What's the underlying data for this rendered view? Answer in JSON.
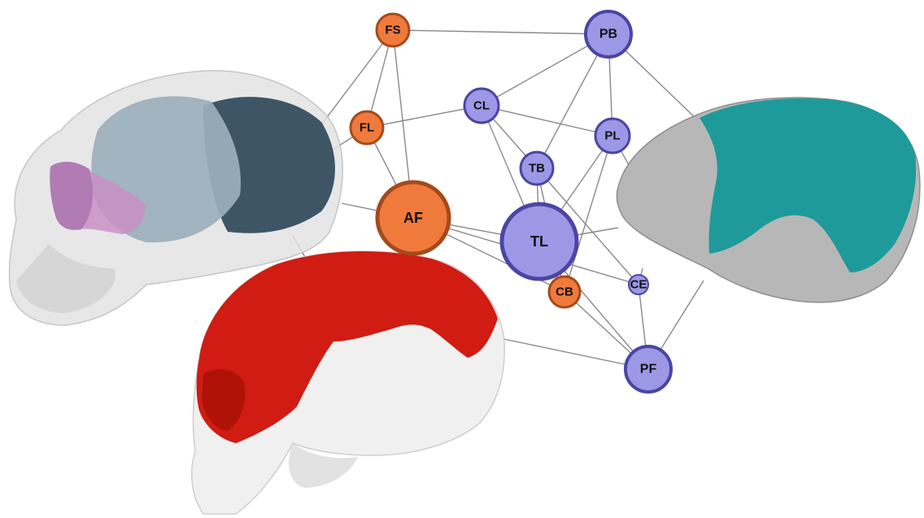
{
  "colors": {
    "orange_fill": "#ef7a3c",
    "orange_stroke": "#a44a1c",
    "purple_fill": "#9c98e6",
    "purple_stroke": "#4b45a3",
    "edge": "#8a8a8a",
    "skull_red": "#d01c12",
    "skull_teal": "#1f9a9a",
    "skull_grey": "#bdbdbd"
  },
  "nodes": [
    {
      "id": "FS",
      "label": "FS",
      "group": "orange"
    },
    {
      "id": "FL",
      "label": "FL",
      "group": "orange"
    },
    {
      "id": "AF",
      "label": "AF",
      "group": "orange"
    },
    {
      "id": "CB",
      "label": "CB",
      "group": "orange"
    },
    {
      "id": "PB",
      "label": "PB",
      "group": "purple"
    },
    {
      "id": "CL",
      "label": "CL",
      "group": "purple"
    },
    {
      "id": "PL",
      "label": "PL",
      "group": "purple"
    },
    {
      "id": "TB",
      "label": "TB",
      "group": "purple"
    },
    {
      "id": "TL",
      "label": "TL",
      "group": "purple"
    },
    {
      "id": "CE",
      "label": "CE",
      "group": "purple"
    },
    {
      "id": "PF",
      "label": "PF",
      "group": "purple"
    }
  ],
  "edges": [
    [
      "FS",
      "PB"
    ],
    [
      "FS",
      "FL"
    ],
    [
      "FS",
      "AF"
    ],
    [
      "PB",
      "CL"
    ],
    [
      "PB",
      "PL"
    ],
    [
      "PB",
      "TB"
    ],
    [
      "CL",
      "FL"
    ],
    [
      "CL",
      "PL"
    ],
    [
      "CL",
      "TB"
    ],
    [
      "CL",
      "TL"
    ],
    [
      "PL",
      "TL"
    ],
    [
      "PL",
      "CB"
    ],
    [
      "TB",
      "TL"
    ],
    [
      "TB",
      "CE"
    ],
    [
      "TB",
      "CB"
    ],
    [
      "AF",
      "TL"
    ],
    [
      "AF",
      "CB"
    ],
    [
      "AF",
      "CE"
    ],
    [
      "TL",
      "PF"
    ],
    [
      "TL",
      "CB"
    ],
    [
      "CE",
      "PF"
    ],
    [
      "CB",
      "PF"
    ],
    [
      "AF",
      "FL"
    ]
  ]
}
